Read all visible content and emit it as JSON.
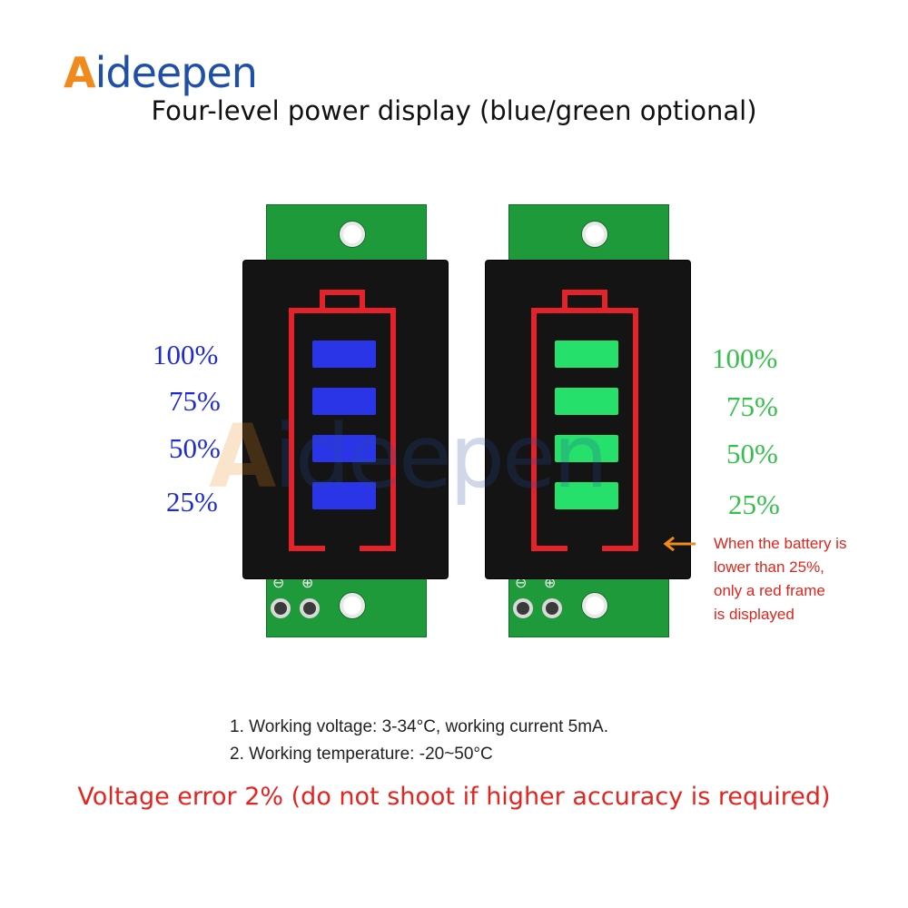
{
  "brand": {
    "logo_first": "A",
    "logo_rest": "ideepen"
  },
  "headline": "Four-level power display (blue/green optional)",
  "watermark": {
    "first": "A",
    "rest": "ideepen"
  },
  "modules": {
    "blue": {
      "levels": [
        "100%",
        "75%",
        "50%",
        "25%"
      ],
      "bar_color": "#2a35e8"
    },
    "green": {
      "levels": [
        "100%",
        "75%",
        "50%",
        "25%"
      ],
      "bar_color": "#25e06a"
    }
  },
  "frame_color": "#e5212a",
  "pcb_color": "#1f9a3a",
  "terminal_symbols": {
    "negative": "⊖",
    "positive": "⊕"
  },
  "note": {
    "lines": [
      "When the battery is",
      "lower than 25%,",
      "only a red frame",
      "is displayed"
    ],
    "color": "#e0241b"
  },
  "specs": [
    "1. Working voltage: 3-34°C, working current 5mA.",
    "2. Working temperature: -20~50°C"
  ],
  "warning": "Voltage error 2% (do not shoot if higher accuracy is required)"
}
